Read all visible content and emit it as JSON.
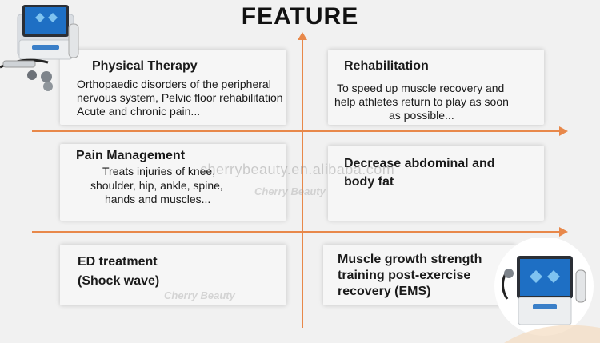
{
  "title": "FEATURE",
  "cards": {
    "physical_therapy": {
      "heading": "Physical Therapy",
      "lines": [
        "Orthopaedic disorders of the peripheral",
        "nervous system, Pelvic floor rehabilitation",
        "Acute and chronic pain..."
      ]
    },
    "rehabilitation": {
      "heading": "Rehabilitation",
      "lines": [
        "To speed up muscle recovery and",
        "help athletes return to play as soon",
        "as possible..."
      ]
    },
    "pain_management": {
      "heading": "Pain Management",
      "lines": [
        "Treats injuries of knee,",
        "shoulder, hip, ankle, spine,",
        "hands and muscles..."
      ]
    },
    "abdominal": {
      "lines": [
        "Decrease abdominal and",
        "body fat"
      ]
    },
    "ed_treatment": {
      "lines": [
        "ED treatment",
        "(Shock wave)"
      ]
    },
    "muscle_growth": {
      "lines": [
        "Muscle growth strength",
        "training post-exercise",
        "recovery  (EMS)"
      ]
    }
  },
  "watermark": {
    "text": "cherrybeauty.en.alibaba.com",
    "brand": "Cherry Beauty"
  },
  "colors": {
    "accent": "#e8884a",
    "background": "#f1f1f1",
    "device_blue": "#1e6fc4"
  }
}
